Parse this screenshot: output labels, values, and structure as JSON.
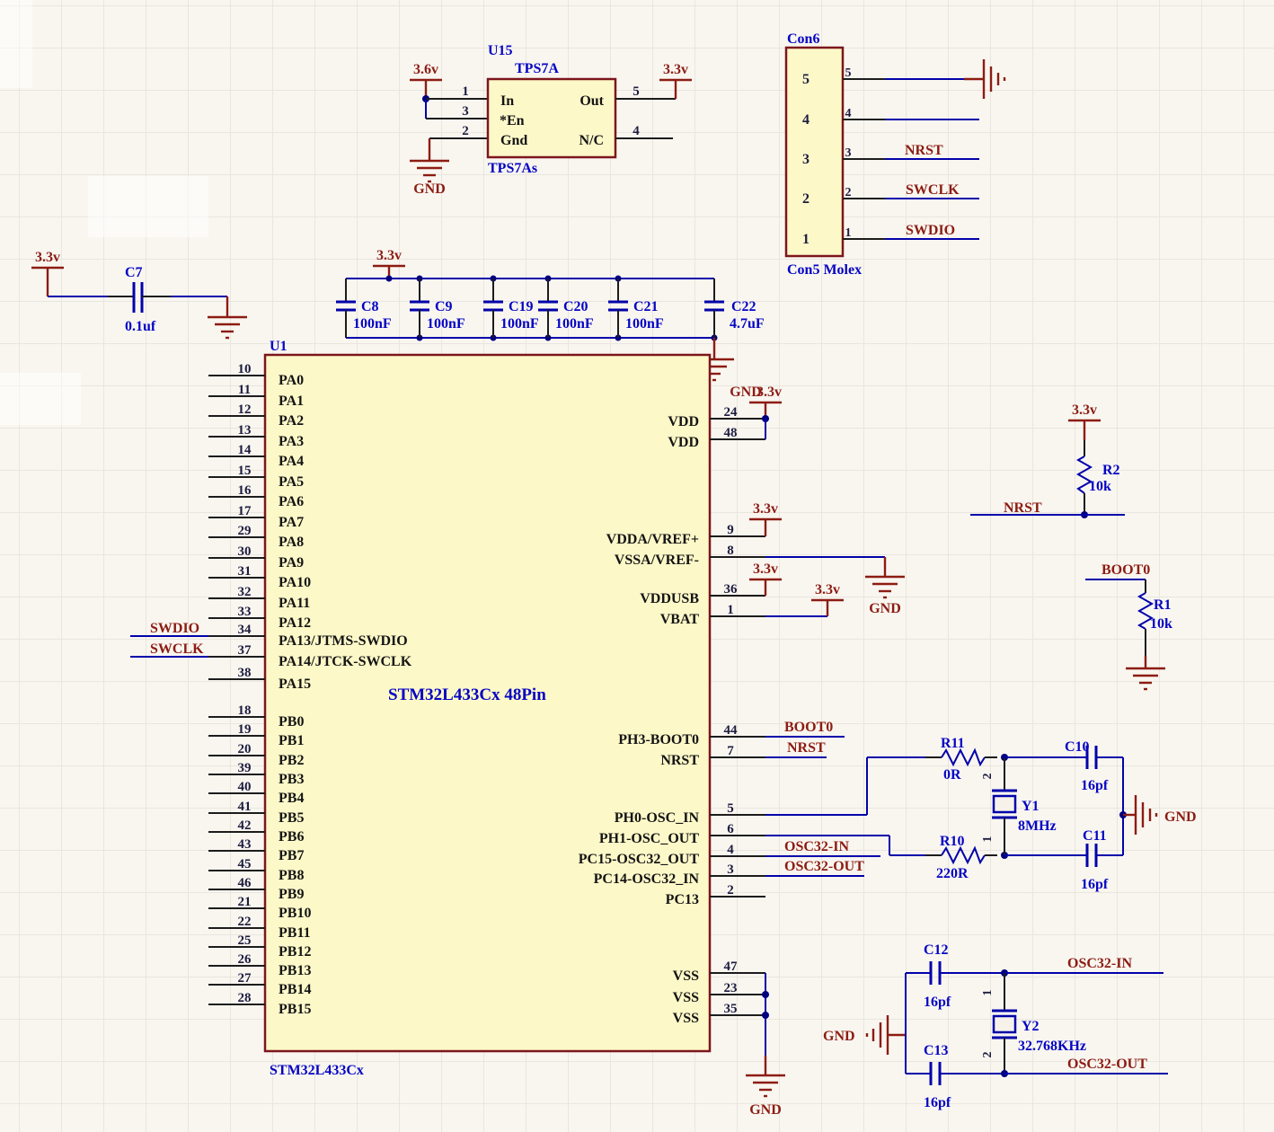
{
  "power": {
    "v33": "3.3v",
    "v36": "3.6v",
    "gnd": "GND"
  },
  "nets": {
    "nrst": "NRST",
    "swclk": "SWCLK",
    "swdio": "SWDIO",
    "boot0": "BOOT0",
    "osc32_in": "OSC32-IN",
    "osc32_out": "OSC32-OUT"
  },
  "regulator": {
    "designator": "U15",
    "part": "TPS7A",
    "footprint": "TPS7As",
    "pin_in": "In",
    "pin_out": "Out",
    "pin_en": "*En",
    "pin_gnd": "Gnd",
    "pin_nc": "N/C",
    "num_in": "1",
    "num_en": "3",
    "num_gnd": "2",
    "num_out": "5",
    "num_nc": "4"
  },
  "connector": {
    "designator": "Con6",
    "footprint": "Con5 Molex",
    "pins": [
      {
        "num": "5"
      },
      {
        "num": "4"
      },
      {
        "num": "3"
      },
      {
        "num": "2"
      },
      {
        "num": "1"
      }
    ]
  },
  "mcu": {
    "designator": "U1",
    "title": "STM32L433Cx 48Pin",
    "part": "STM32L433Cx",
    "port_a": [
      {
        "num": "10",
        "name": "PA0"
      },
      {
        "num": "11",
        "name": "PA1"
      },
      {
        "num": "12",
        "name": "PA2"
      },
      {
        "num": "13",
        "name": "PA3"
      },
      {
        "num": "14",
        "name": "PA4"
      },
      {
        "num": "15",
        "name": "PA5"
      },
      {
        "num": "16",
        "name": "PA6"
      },
      {
        "num": "17",
        "name": "PA7"
      },
      {
        "num": "29",
        "name": "PA8"
      },
      {
        "num": "30",
        "name": "PA9"
      },
      {
        "num": "31",
        "name": "PA10"
      },
      {
        "num": "32",
        "name": "PA11"
      },
      {
        "num": "33",
        "name": "PA12"
      },
      {
        "num": "34",
        "name": "PA13/JTMS-SWDIO"
      },
      {
        "num": "37",
        "name": "PA14/JTCK-SWCLK"
      },
      {
        "num": "38",
        "name": "PA15"
      }
    ],
    "port_b": [
      {
        "num": "18",
        "name": "PB0"
      },
      {
        "num": "19",
        "name": "PB1"
      },
      {
        "num": "20",
        "name": "PB2"
      },
      {
        "num": "39",
        "name": "PB3"
      },
      {
        "num": "40",
        "name": "PB4"
      },
      {
        "num": "41",
        "name": "PB5"
      },
      {
        "num": "42",
        "name": "PB6"
      },
      {
        "num": "43",
        "name": "PB7"
      },
      {
        "num": "45",
        "name": "PB8"
      },
      {
        "num": "46",
        "name": "PB9"
      },
      {
        "num": "21",
        "name": "PB10"
      },
      {
        "num": "22",
        "name": "PB11"
      },
      {
        "num": "25",
        "name": "PB12"
      },
      {
        "num": "26",
        "name": "PB13"
      },
      {
        "num": "27",
        "name": "PB14"
      },
      {
        "num": "28",
        "name": "PB15"
      }
    ],
    "right": [
      {
        "num": "24",
        "name": "VDD"
      },
      {
        "num": "48",
        "name": "VDD"
      },
      {
        "num": "9",
        "name": "VDDA/VREF+"
      },
      {
        "num": "8",
        "name": "VSSA/VREF-"
      },
      {
        "num": "36",
        "name": "VDDUSB"
      },
      {
        "num": "1",
        "name": "VBAT"
      },
      {
        "num": "44",
        "name": "PH3-BOOT0"
      },
      {
        "num": "7",
        "name": "NRST"
      },
      {
        "num": "5",
        "name": "PH0-OSC_IN"
      },
      {
        "num": "6",
        "name": "PH1-OSC_OUT"
      },
      {
        "num": "4",
        "name": "PC15-OSC32_OUT"
      },
      {
        "num": "3",
        "name": "PC14-OSC32_IN"
      },
      {
        "num": "2",
        "name": "PC13"
      },
      {
        "num": "47",
        "name": "VSS"
      },
      {
        "num": "23",
        "name": "VSS"
      },
      {
        "num": "35",
        "name": "VSS"
      }
    ]
  },
  "capacitors": {
    "c7": {
      "ref": "C7",
      "val": "0.1uf"
    },
    "bank": [
      {
        "ref": "C8",
        "val": "100nF"
      },
      {
        "ref": "C9",
        "val": "100nF"
      },
      {
        "ref": "C19",
        "val": "100nF"
      },
      {
        "ref": "C20",
        "val": "100nF"
      },
      {
        "ref": "C21",
        "val": "100nF"
      },
      {
        "ref": "C22",
        "val": "4.7uF"
      }
    ],
    "c10": {
      "ref": "C10",
      "val": "16pf"
    },
    "c11": {
      "ref": "C11",
      "val": "16pf"
    },
    "c12": {
      "ref": "C12",
      "val": "16pf"
    },
    "c13": {
      "ref": "C13",
      "val": "16pf"
    }
  },
  "resistors": {
    "r1": {
      "ref": "R1",
      "val": "10k"
    },
    "r2": {
      "ref": "R2",
      "val": "10k"
    },
    "r10": {
      "ref": "R10",
      "val": "220R"
    },
    "r11": {
      "ref": "R11",
      "val": "0R"
    }
  },
  "crystals": {
    "y1": {
      "ref": "Y1",
      "val": "8MHz",
      "pin1": "1",
      "pin2": "2"
    },
    "y2": {
      "ref": "Y2",
      "val": "32.768KHz",
      "pin1": "1",
      "pin2": "2"
    }
  }
}
